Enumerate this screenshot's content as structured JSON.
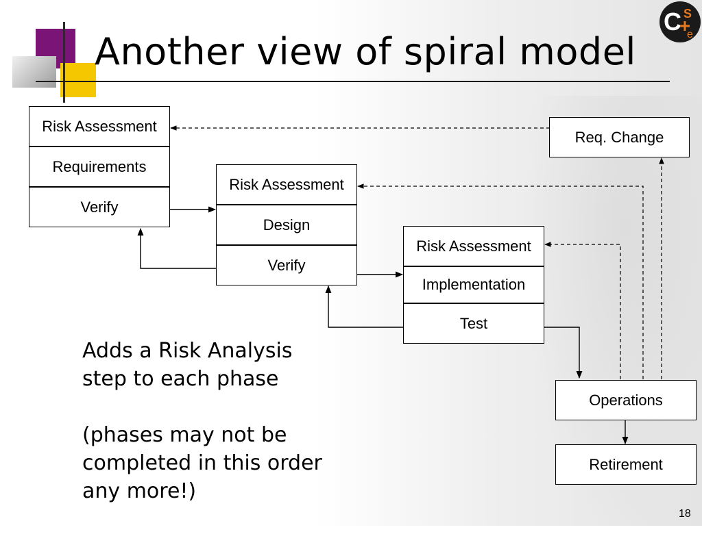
{
  "slide": {
    "title": "Another view of spiral model",
    "page_number": "18",
    "logo_letters": {
      "c": "C",
      "s": "S",
      "e": "e"
    }
  },
  "diagram": {
    "phase1": {
      "risk": "Risk Assessment",
      "main": "Requirements",
      "verify": "Verify"
    },
    "phase2": {
      "risk": "Risk Assessment",
      "main": "Design",
      "verify": "Verify"
    },
    "phase3": {
      "risk": "Risk Assessment",
      "main": "Implementation",
      "verify": "Test"
    },
    "req_change": "Req. Change",
    "operations": "Operations",
    "retirement": "Retirement"
  },
  "body": {
    "line1": "Adds a Risk Analysis",
    "line2": "step to each phase",
    "line3": "(phases may not be",
    "line4": "completed in this order",
    "line5": "any more!)"
  },
  "colors": {
    "accent_purple": "#7a1477",
    "accent_yellow": "#f5c700",
    "logo_orange": "#e8781e"
  }
}
